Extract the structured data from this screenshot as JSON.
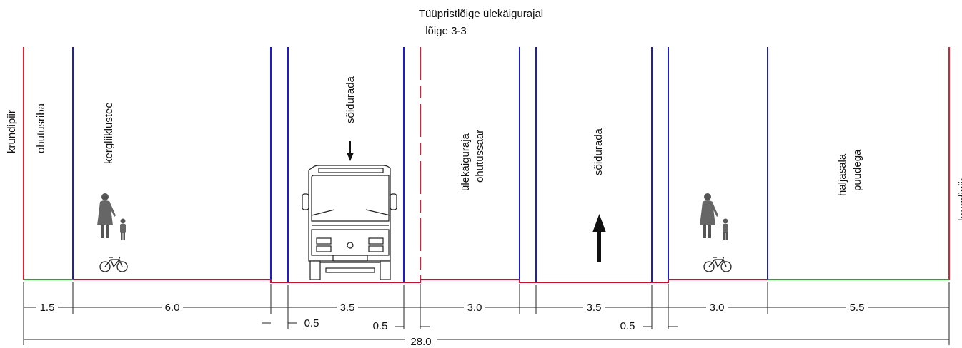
{
  "title": {
    "line1": "Tüüpristlõige ülekäigurajal",
    "line2": "lõige 3-3"
  },
  "zones": {
    "krundipiir_left": "krundipiir",
    "ohutusriba": "ohutusriba",
    "kergliiklustee": "kergliiklustee",
    "soidurada_1": "sõidurada",
    "ohutussaar_line1": "ülekäiguraja",
    "ohutussaar_line2": "ohutussaar",
    "soidurada_2": "sõidurada",
    "haljasala_line1": "haljasala",
    "haljasala_line2": "puudega",
    "krundipiir_right": "krundipiir"
  },
  "dimensions": {
    "d1": "1.5",
    "d2": "6.0",
    "d3": "3.5",
    "d4": "3.0",
    "d5": "3.5",
    "d6": "3.0",
    "d7": "5.5",
    "s1": "0.5",
    "s2": "0.5",
    "s3": "0.5",
    "total": "28.0"
  },
  "icons": [
    "pedestrian-adult-child-icon",
    "bicycle-icon",
    "bus-front-icon",
    "direction-arrow-down-icon",
    "direction-arrow-up-icon"
  ],
  "colors": {
    "boundary": "#e0202e",
    "edge": "#1c1cc8",
    "surface_red": "#c8102e",
    "surface_green": "#22aa22",
    "dimension": "#222222"
  }
}
